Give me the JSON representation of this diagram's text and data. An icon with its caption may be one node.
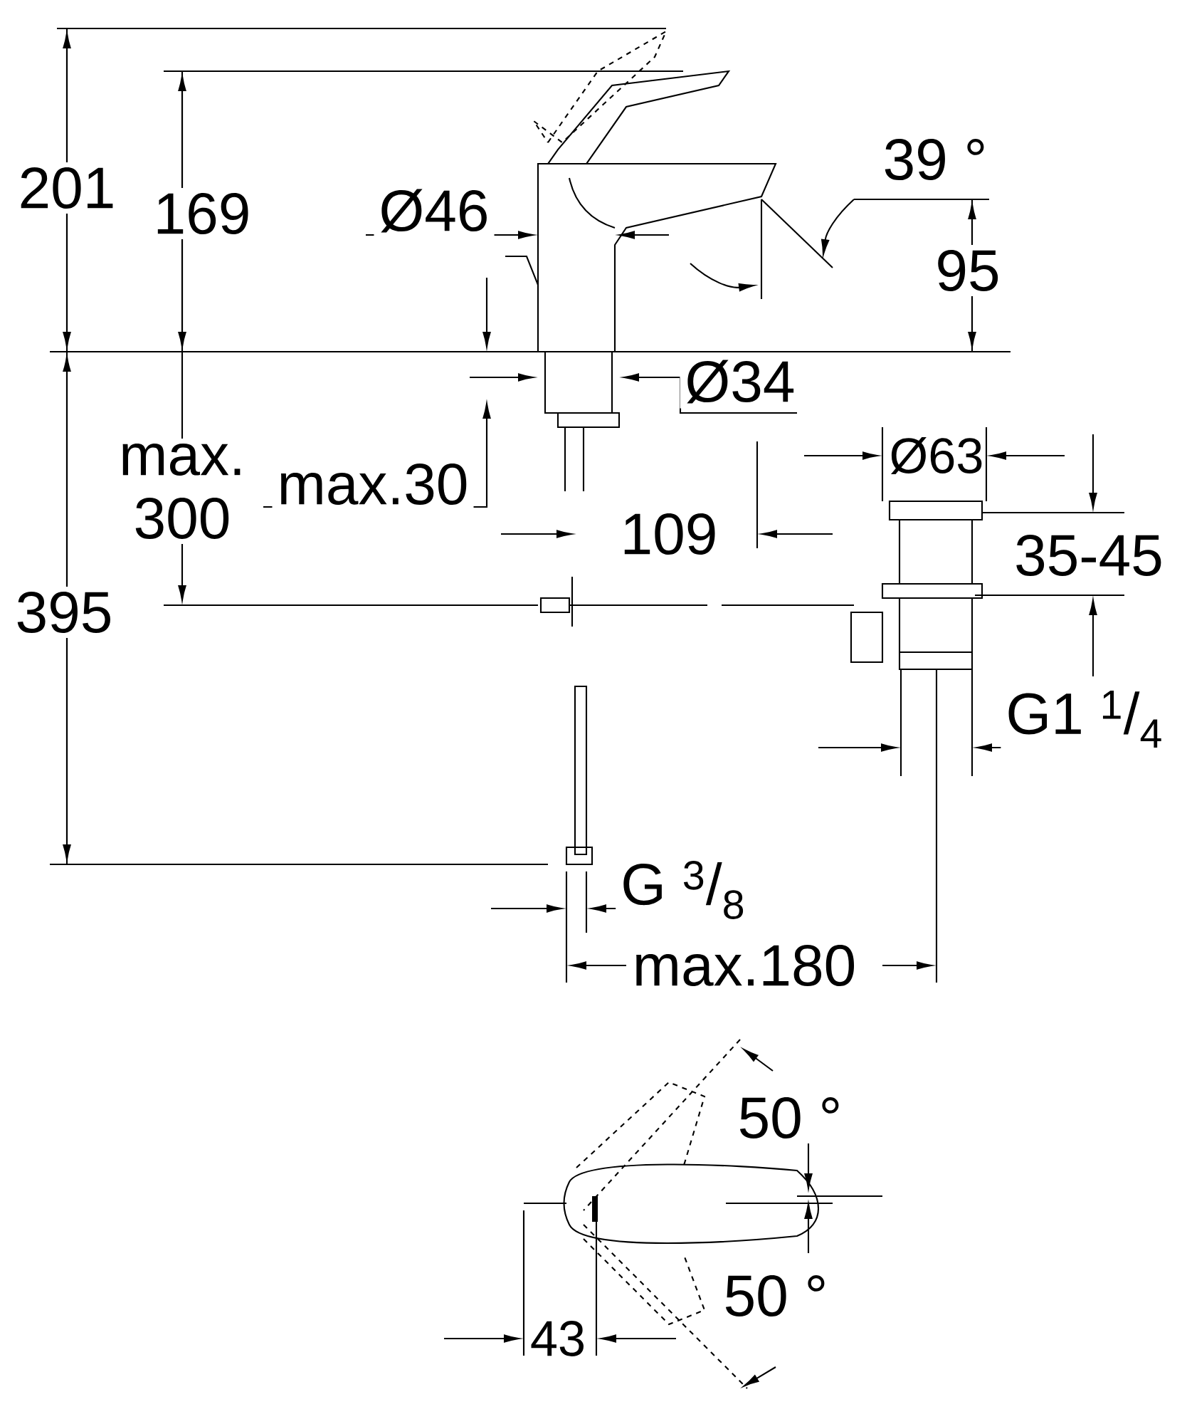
{
  "diagram": {
    "labels": [
      "201",
      "169",
      "39 °",
      "Ø46",
      "95",
      "Ø34",
      "Ø63",
      "max. 300",
      "max.30",
      "109",
      "35-45",
      "395",
      "G1 $^{1}$/$_{4}$",
      "G $^{3}$/$_{8}$",
      "max.180",
      "50 °",
      "50 °",
      "43"
    ]
  }
}
